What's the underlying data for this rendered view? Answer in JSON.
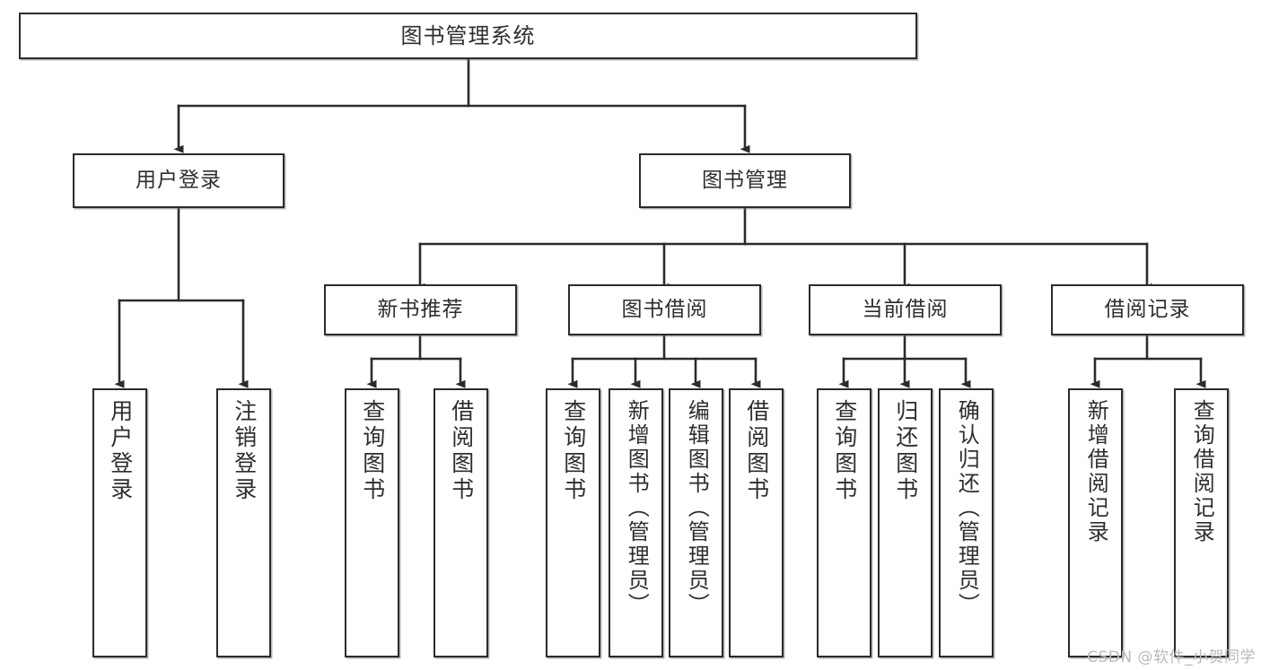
{
  "diagram": {
    "type": "tree",
    "title": "图书管理系统",
    "watermark": "CSDN @软件_小贺同学",
    "colors": {
      "stroke": "#2b2b2b",
      "box_fill": "#ffffff",
      "text": "#2e2e2e",
      "watermark": "#b9b9b9",
      "background": "#ffffff"
    },
    "root": {
      "label": "图书管理系统",
      "orientation": "horizontal"
    },
    "level2": [
      {
        "label": "用户登录",
        "orientation": "horizontal"
      },
      {
        "label": "图书管理",
        "orientation": "horizontal"
      }
    ],
    "level3": [
      {
        "label": "新书推荐",
        "orientation": "horizontal",
        "parent": "图书管理"
      },
      {
        "label": "图书借阅",
        "orientation": "horizontal",
        "parent": "图书管理"
      },
      {
        "label": "当前借阅",
        "orientation": "horizontal",
        "parent": "图书管理"
      },
      {
        "label": "借阅记录",
        "orientation": "horizontal",
        "parent": "图书管理"
      }
    ],
    "leaves": {
      "user_login": [
        {
          "label": "用户登录",
          "orientation": "vertical"
        },
        {
          "label": "注销登录",
          "orientation": "vertical"
        }
      ],
      "new_book_recommend": [
        {
          "label": "查询图书",
          "orientation": "vertical"
        },
        {
          "label": "借阅图书",
          "orientation": "vertical"
        }
      ],
      "book_borrow": [
        {
          "label": "查询图书",
          "orientation": "vertical"
        },
        {
          "label": "新增图书（管理员）",
          "orientation": "vertical"
        },
        {
          "label": "编辑图书（管理员）",
          "orientation": "vertical"
        },
        {
          "label": "借阅图书",
          "orientation": "vertical"
        }
      ],
      "current_borrow": [
        {
          "label": "查询图书",
          "orientation": "vertical"
        },
        {
          "label": "归还图书",
          "orientation": "vertical"
        },
        {
          "label": "确认归还（管理员）",
          "orientation": "vertical"
        }
      ],
      "borrow_record": [
        {
          "label": "新增借阅记录",
          "orientation": "vertical"
        },
        {
          "label": "查询借阅记录",
          "orientation": "vertical"
        }
      ]
    }
  }
}
